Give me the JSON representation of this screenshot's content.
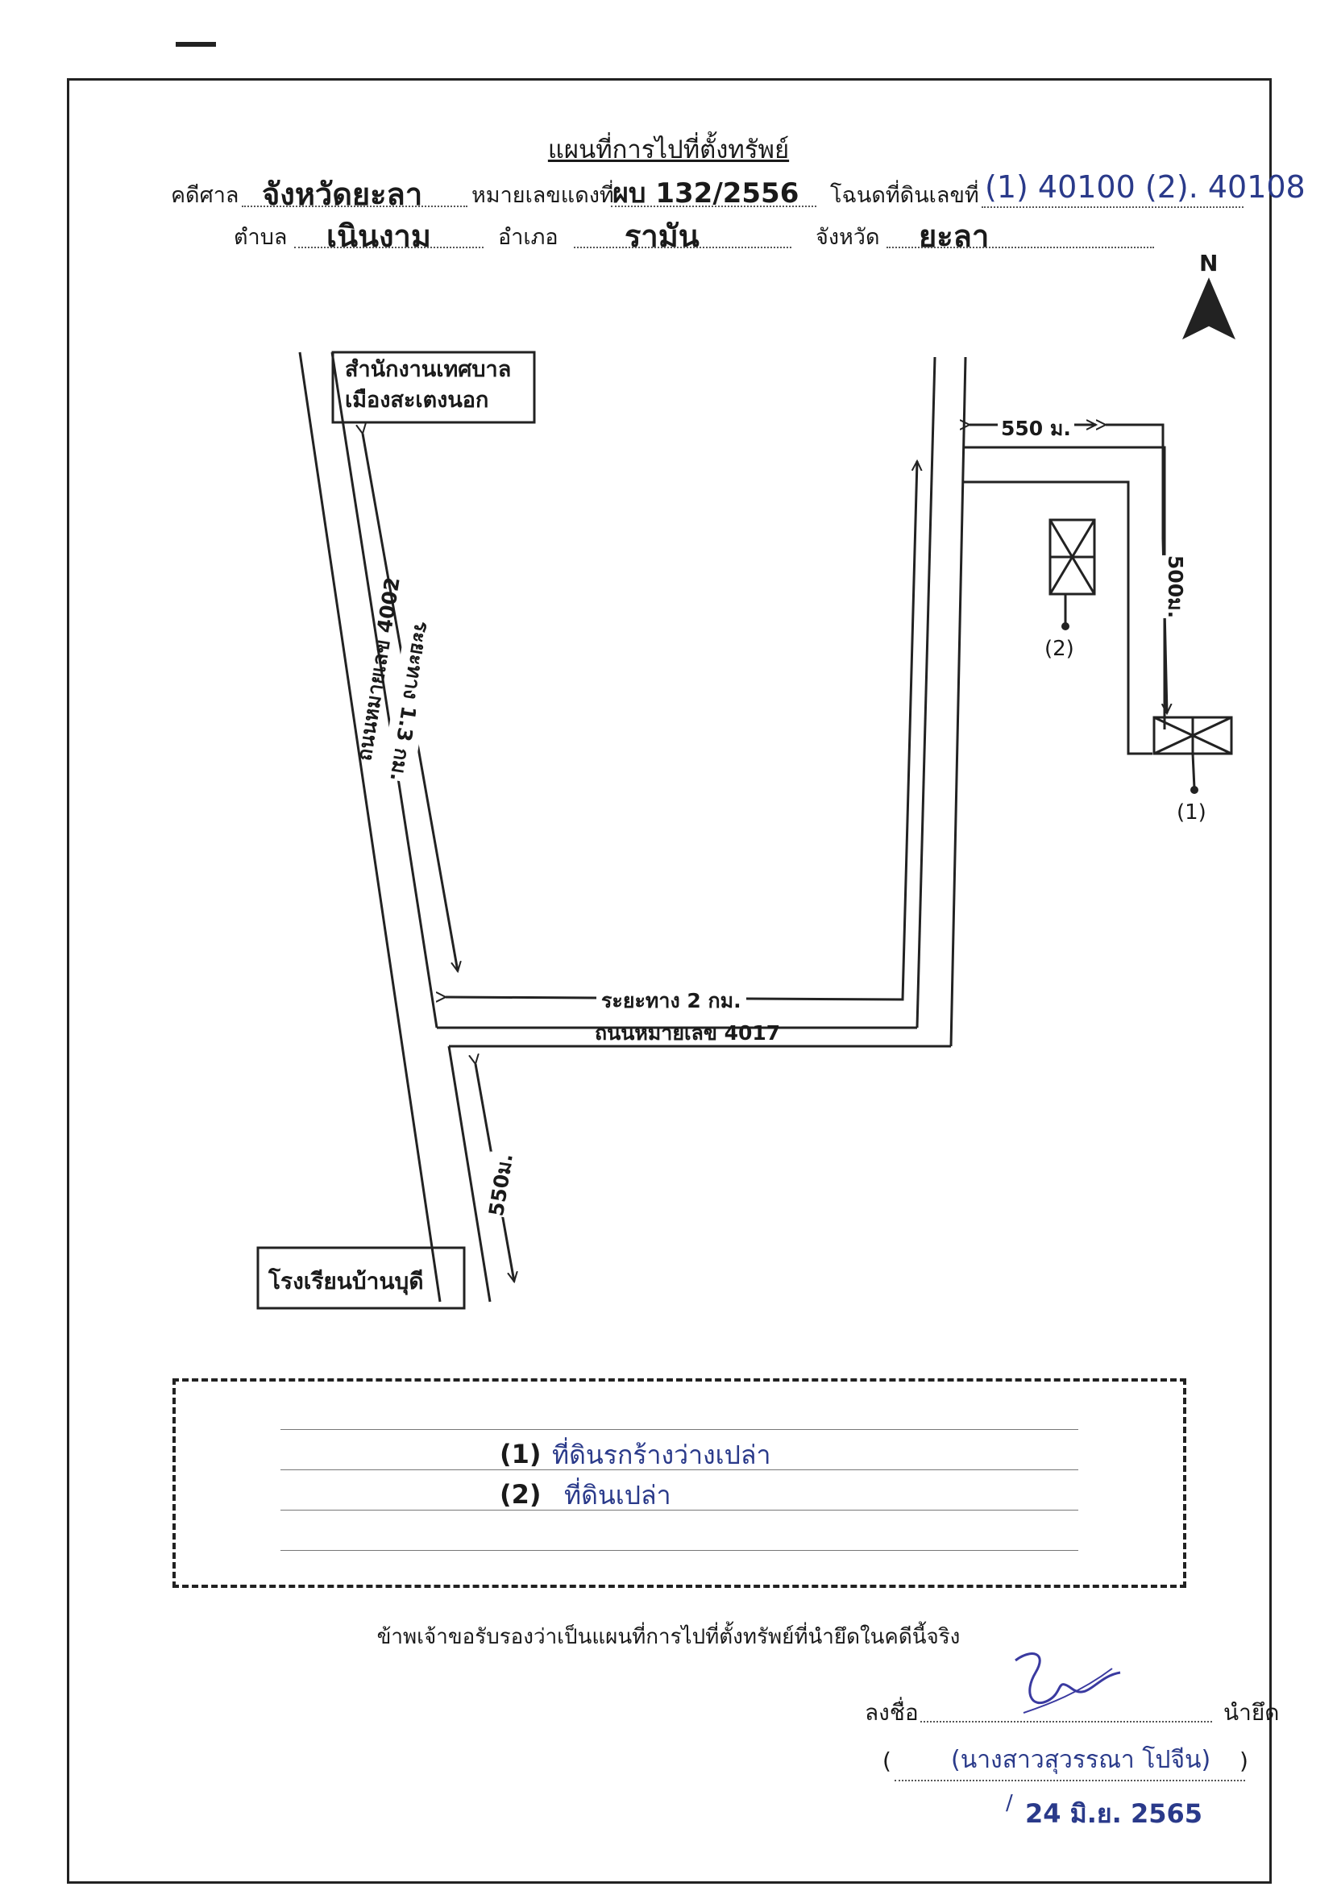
{
  "title": "แผนที่การไปที่ตั้งทรัพย์",
  "header": {
    "case_label": "คดีศาล",
    "case_value": "จังหวัดยะลา",
    "red_no_label": "หมายเลขแดงที่",
    "red_no_value": "ผบ 132/2556",
    "deed_label": "โฉนดที่ดินเลขที่",
    "deed_value": "(1) 40100 (2). 40108",
    "subdistrict_label": "ตำบล",
    "subdistrict_value": "เนินงาม",
    "district_label": "อำเภอ",
    "district_value": "รามัน",
    "province_label": "จังหวัด",
    "province_value": "ยะลา"
  },
  "map": {
    "north": "N",
    "office": [
      "สำนักงานเทศบาล",
      "เมืองสะเตงนอก"
    ],
    "school": "โรงเรียนบ้านบุดี",
    "road_4002": "ถนนหมายเลข 4002",
    "road_4017": "ถนนหมายเลข 4017",
    "dist_1_3km": "ระยะทาง 1.3 กม.",
    "dist_2km": "ระยะทาง 2 กม.",
    "dist_550_vertical": "550ม.",
    "dist_550_horizontal": "550 ม.",
    "dist_500": "500ม.",
    "plot1_label": "(1)",
    "plot2_label": "(2)"
  },
  "legend": {
    "item1_num": "(1)",
    "item1_text": "ที่ดินรกร้างว่างเปล่า",
    "item2_num": "(2)",
    "item2_text": "ที่ดินเปล่า"
  },
  "certify": "ข้าพเจ้าขอรับรองว่าเป็นแผนที่การไปที่ตั้งทรัพย์ที่นำยึดในคดีนี้จริง",
  "signature": {
    "sign_label": "ลงชื่อ",
    "role": "นำยึด",
    "open_paren": "(",
    "name": "(นางสาวสุวรรณา โปจีน)",
    "close_paren": ")",
    "date": "24 มิ.ย. 2565"
  }
}
